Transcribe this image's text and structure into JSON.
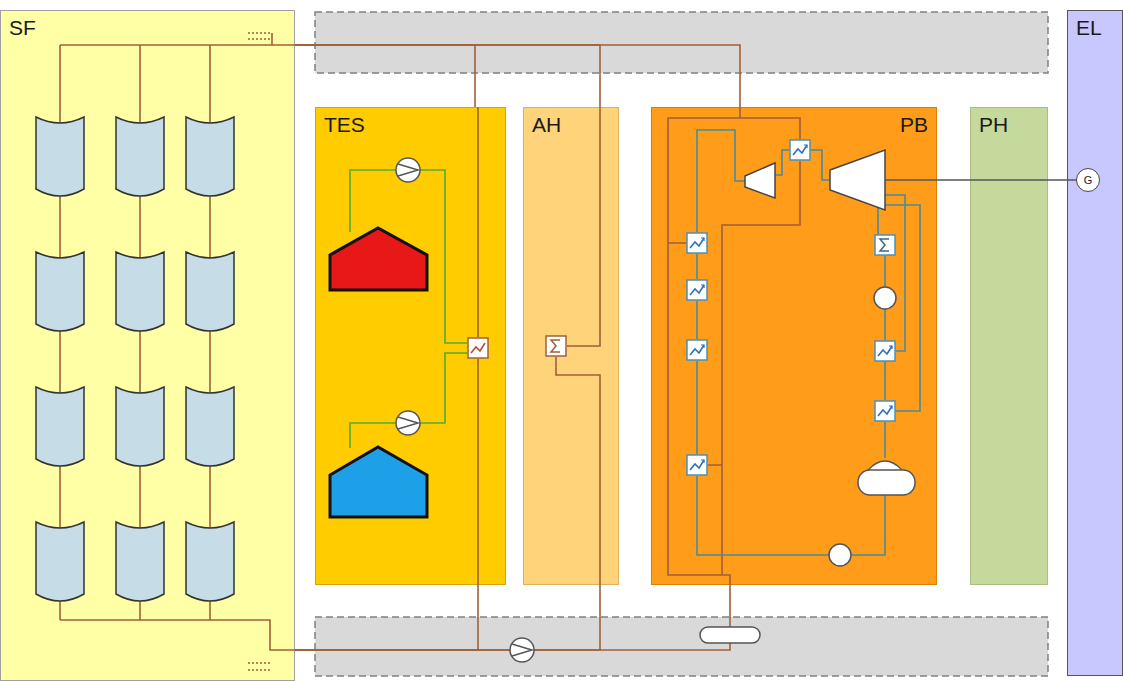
{
  "diagram": {
    "nodes": [
      {
        "text": [
          "SF"
        ]
      },
      {
        "text": [
          "TES"
        ]
      },
      {
        "text": [
          "AH"
        ]
      },
      {
        "text": [
          "PB"
        ]
      },
      {
        "text": [
          "PH"
        ]
      },
      {
        "text": [
          "EL"
        ]
      },
      {
        "text": [
          "G"
        ],
        "in": 5
      }
    ],
    "edges": [
      {
        "from": 0,
        "to": 1,
        "arrow": "none"
      },
      {
        "from": 0,
        "to": 2,
        "arrow": "none"
      },
      {
        "from": 0,
        "to": 3,
        "arrow": "none"
      },
      {
        "from": 1,
        "to": 0,
        "arrow": "none"
      },
      {
        "from": 2,
        "to": 0,
        "arrow": "none"
      },
      {
        "from": 3,
        "to": 0,
        "arrow": "none"
      },
      {
        "from": 3,
        "to": 6,
        "arrow": "none"
      }
    ]
  }
}
